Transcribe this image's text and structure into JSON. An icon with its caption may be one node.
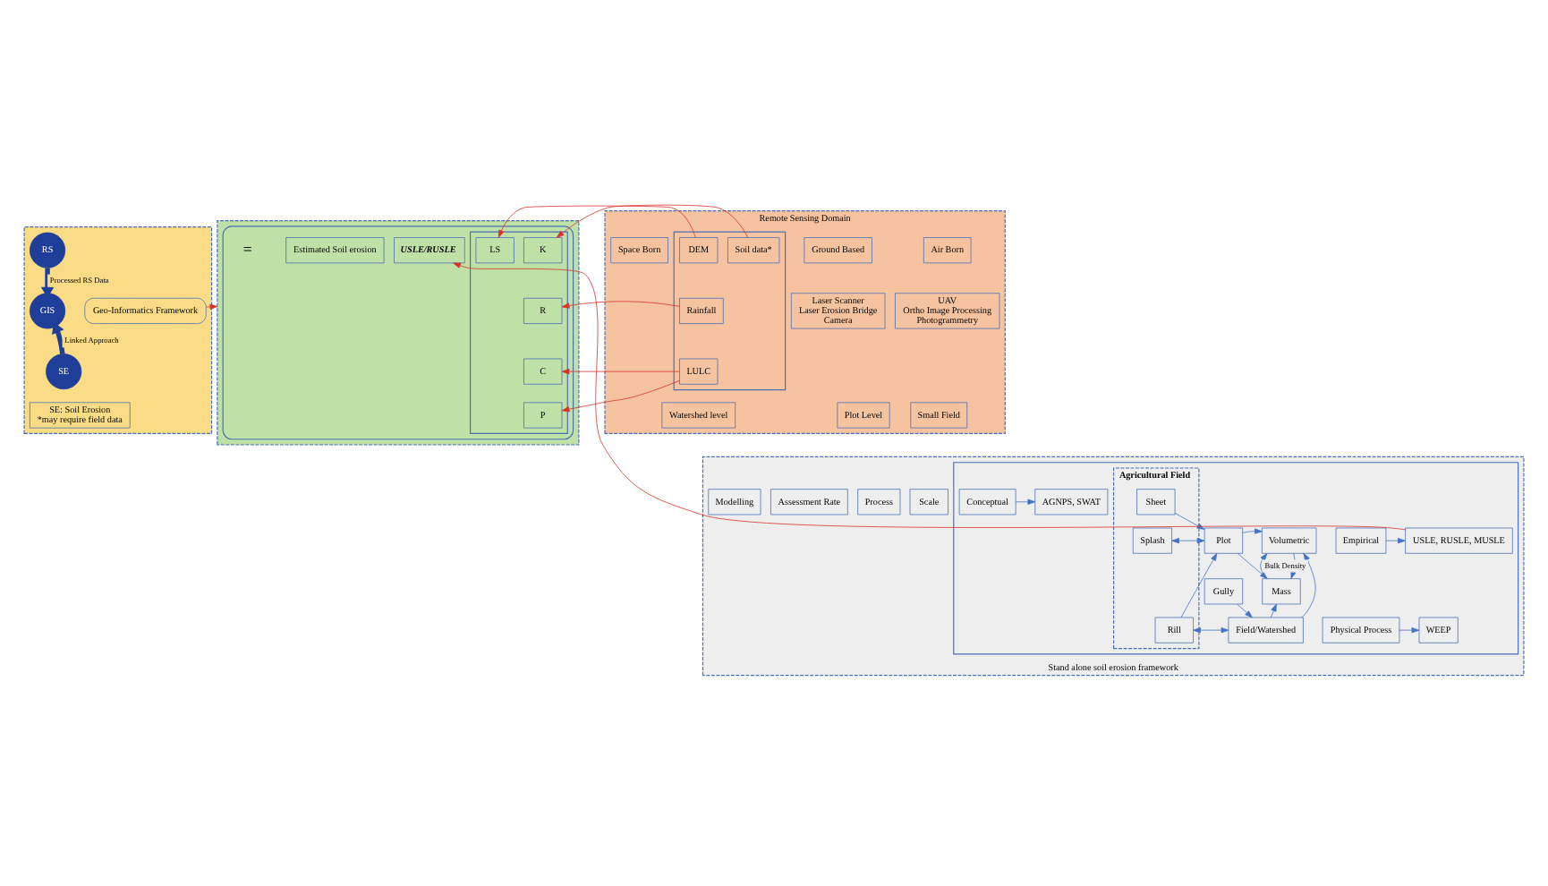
{
  "diagram": {
    "nodes": [
      {
        "text": [],
        "shape": "box"
      },
      {
        "text": [
          "RS"
        ],
        "in": 0
      },
      {
        "text": [
          "GIS"
        ],
        "in": 0
      },
      {
        "text": [
          "SE"
        ],
        "in": 0
      },
      {
        "text": [
          "Geo-Informatics Framework"
        ],
        "in": 0
      },
      {
        "text": [
          "SE: Soil Erosion",
          "*may require field data"
        ],
        "in": 0
      },
      {
        "text": [
          "Remote Sensing Domain"
        ]
      },
      {
        "text": [
          "Ground Based"
        ],
        "in": 6
      },
      {
        "text": [
          "Air Born"
        ],
        "in": 6
      },
      {
        "text": [
          "Space Born"
        ],
        "in": 6
      },
      {
        "text": [
          "Laser Scanner",
          "Laser Erosion Bridge",
          "Camera"
        ],
        "in": 6
      },
      {
        "text": [
          "UAV",
          "Ortho Image Processing",
          "Photogrammetry"
        ],
        "in": 6
      },
      {
        "text": [],
        "shape": "box",
        "in": 6
      },
      {
        "text": [
          "Rainfall"
        ],
        "in": 12
      },
      {
        "text": [
          "Soil data*"
        ],
        "in": 12
      },
      {
        "text": [
          "DEM"
        ],
        "in": 12
      },
      {
        "text": [
          "LULC"
        ],
        "in": 12
      },
      {
        "text": [
          "Plot Level"
        ],
        "in": 6
      },
      {
        "text": [
          "Small Field"
        ],
        "in": 6
      },
      {
        "text": [
          "Watershed level"
        ],
        "in": 6
      },
      {
        "text": [],
        "shape": "box"
      },
      {
        "text": [],
        "shape": "box",
        "in": 20
      },
      {
        "text": [
          "USLE/RUSLE"
        ],
        "in": 21
      },
      {
        "text": [],
        "shape": "box",
        "in": 21
      },
      {
        "text": [
          "R"
        ],
        "in": 23
      },
      {
        "text": [
          "K"
        ],
        "in": 23
      },
      {
        "text": [
          "LS"
        ],
        "in": 23
      },
      {
        "text": [
          "C"
        ],
        "in": 23
      },
      {
        "text": [
          "P"
        ],
        "in": 23
      },
      {
        "text": [
          "Estimated Soil erosion"
        ],
        "in": 21
      },
      {
        "text": [
          "Stand alone soil erosion framework"
        ]
      },
      {
        "text": [
          "Process"
        ],
        "in": 30
      },
      {
        "text": [
          "Scale"
        ],
        "in": 30
      },
      {
        "text": [
          "Assessment Rate"
        ],
        "in": 30
      },
      {
        "text": [
          "Modelling"
        ],
        "in": 30
      },
      {
        "text": [],
        "shape": "box",
        "in": 30
      },
      {
        "text": [
          "Agricultural Field"
        ],
        "in": 35
      },
      {
        "text": [
          "Splash"
        ],
        "in": 36
      },
      {
        "text": [
          "Sheet"
        ],
        "in": 36
      },
      {
        "text": [
          "Rill"
        ],
        "in": 36
      },
      {
        "text": [
          "Gully"
        ],
        "in": 35
      },
      {
        "text": [
          "Plot"
        ],
        "in": 35
      },
      {
        "text": [
          "Field/Watershed"
        ],
        "in": 35
      },
      {
        "text": [
          "Volumetric"
        ],
        "in": 35
      },
      {
        "text": [
          "Mass"
        ],
        "in": 35
      },
      {
        "text": [
          "Empirical"
        ],
        "in": 35
      },
      {
        "text": [
          "Conceptual"
        ],
        "in": 35
      },
      {
        "text": [
          "Physical Process"
        ],
        "in": 35
      },
      {
        "text": [
          "USLE, RUSLE, MUSLE"
        ],
        "in": 35
      },
      {
        "text": [
          "AGNPS, SWAT"
        ],
        "in": 35
      },
      {
        "text": [
          "WEEP"
        ],
        "in": 35
      }
    ],
    "edges": [
      {
        "from": 1,
        "to": 2,
        "arrow": "to",
        "label": "Processed RS Data",
        "style": "thick",
        "color": "#1f3e9a"
      },
      {
        "from": 3,
        "to": 2,
        "arrow": "to",
        "label": "Linked Approach",
        "style": "thick",
        "color": "#1f3e9a"
      },
      {
        "from": 13,
        "to": 24,
        "arrow": "to",
        "color": "#d9302a"
      },
      {
        "from": 14,
        "to": 25,
        "arrow": "to",
        "color": "#d9302a"
      },
      {
        "from": 15,
        "to": 26,
        "arrow": "to",
        "color": "#d9302a"
      },
      {
        "from": 16,
        "to": 27,
        "arrow": "to",
        "color": "#d9302a"
      },
      {
        "from": 16,
        "to": 28,
        "arrow": "to",
        "color": "#d9302a"
      },
      {
        "from": 4,
        "to": 20,
        "arrow": "to",
        "color": "#d9302a"
      },
      {
        "from": 48,
        "to": 22,
        "arrow": "to",
        "color": "#d9302a"
      },
      {
        "from": 37,
        "to": 41,
        "arrow": "both"
      },
      {
        "from": 38,
        "to": 41,
        "arrow": "to"
      },
      {
        "from": 39,
        "to": 41,
        "arrow": "to"
      },
      {
        "from": 39,
        "to": 42,
        "arrow": "both"
      },
      {
        "from": 40,
        "to": 42,
        "arrow": "to"
      },
      {
        "from": 41,
        "to": 43,
        "arrow": "to"
      },
      {
        "from": 41,
        "to": 44,
        "arrow": "to"
      },
      {
        "from": 42,
        "to": 43,
        "arrow": "to"
      },
      {
        "from": 42,
        "to": 44,
        "arrow": "to"
      },
      {
        "from": 44,
        "to": 43,
        "arrow": "to",
        "label": "Bulk Density"
      },
      {
        "from": 43,
        "to": 44,
        "arrow": "to"
      },
      {
        "from": 45,
        "to": 48,
        "arrow": "to"
      },
      {
        "from": 46,
        "to": 49,
        "arrow": "to"
      },
      {
        "from": 47,
        "to": 50,
        "arrow": "to"
      }
    ],
    "labels": [
      "="
    ]
  }
}
